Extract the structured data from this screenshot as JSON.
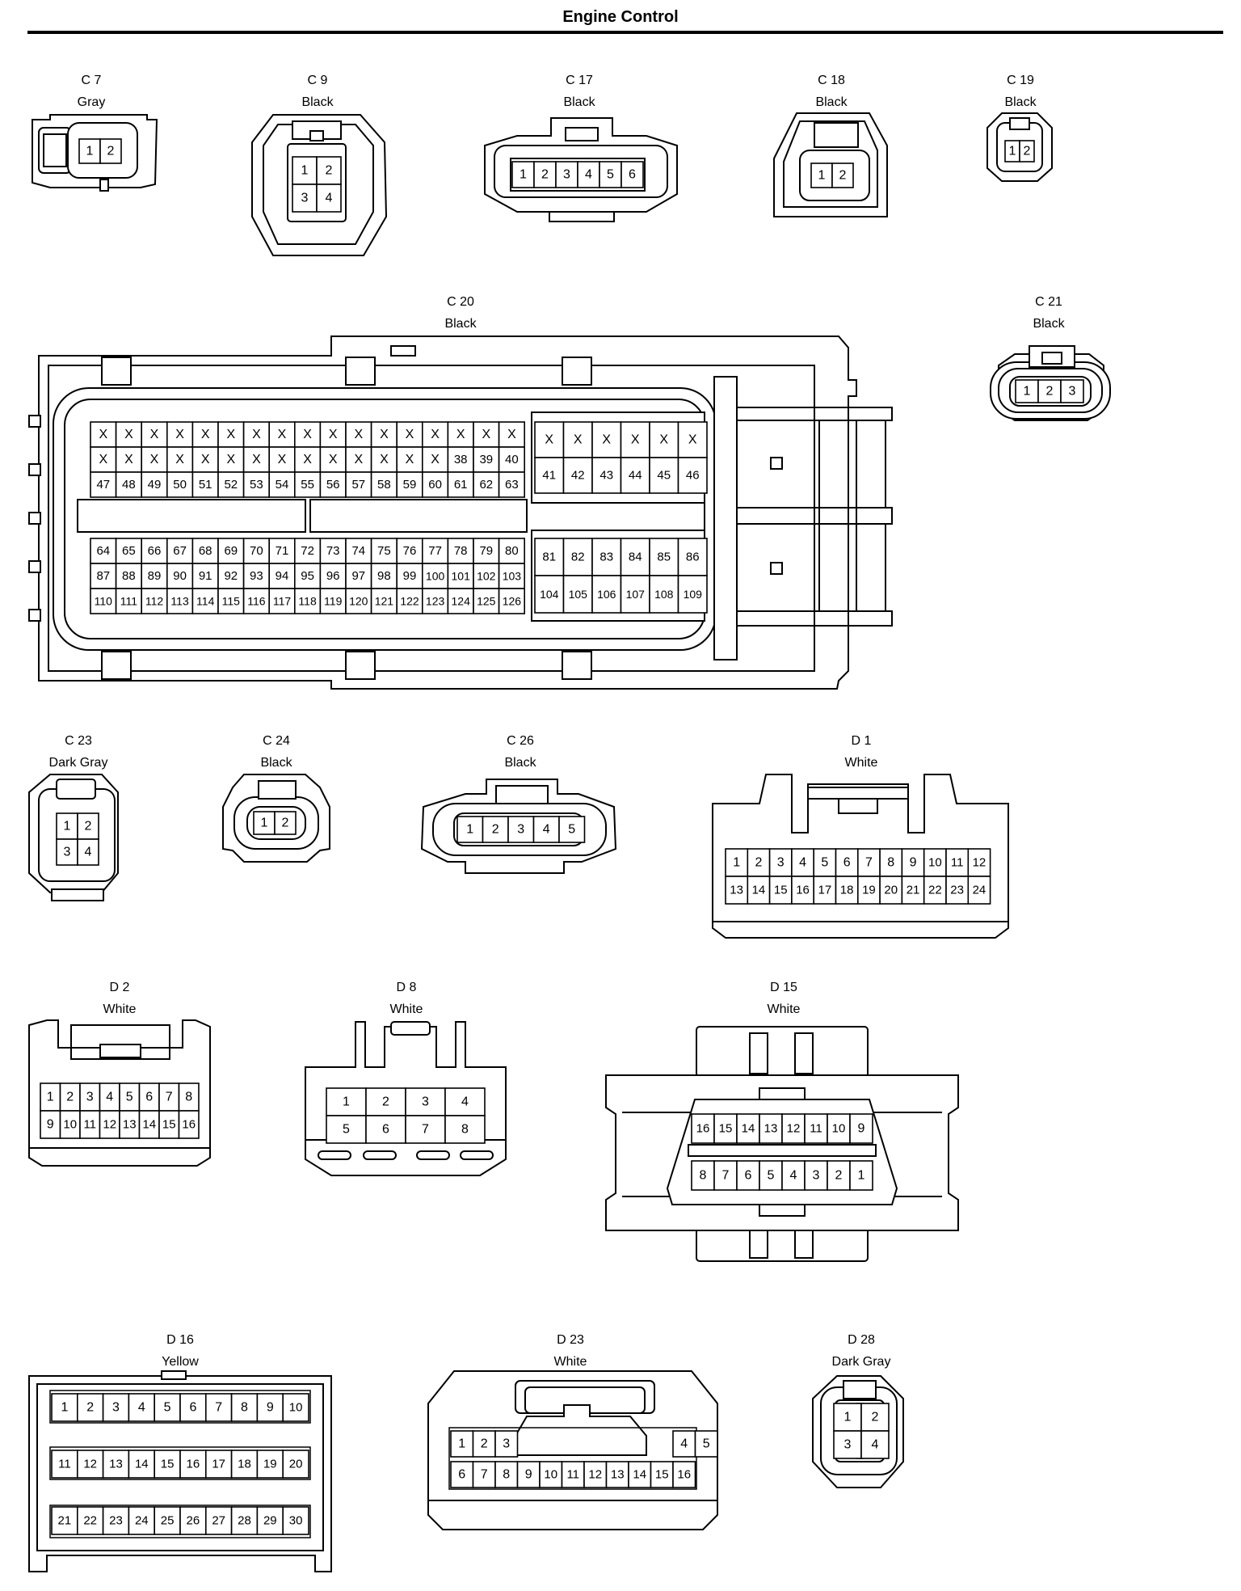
{
  "title": "Engine Control",
  "connectors": [
    {
      "id": "C 7",
      "color": "Gray",
      "rows": [
        [
          "1",
          "2"
        ]
      ]
    },
    {
      "id": "C 9",
      "color": "Black",
      "rows": [
        [
          "1",
          "2"
        ],
        [
          "3",
          "4"
        ]
      ]
    },
    {
      "id": "C 17",
      "color": "Black",
      "rows": [
        [
          "1",
          "2",
          "3",
          "4",
          "5",
          "6"
        ]
      ]
    },
    {
      "id": "C 18",
      "color": "Black",
      "rows": [
        [
          "1",
          "2"
        ]
      ]
    },
    {
      "id": "C 19",
      "color": "Black",
      "rows": [
        [
          "1",
          "2"
        ]
      ]
    },
    {
      "id": "C 20",
      "color": "Black",
      "blocks": [
        {
          "rows": [
            [
              "X",
              "X",
              "X",
              "X",
              "X",
              "X",
              "X",
              "X",
              "X",
              "X",
              "X",
              "X",
              "X",
              "X",
              "X",
              "X",
              "X"
            ],
            [
              "X",
              "X",
              "X",
              "X",
              "X",
              "X",
              "X",
              "X",
              "X",
              "X",
              "X",
              "X",
              "X",
              "X",
              "38",
              "39",
              "40"
            ],
            [
              "47",
              "48",
              "49",
              "50",
              "51",
              "52",
              "53",
              "54",
              "55",
              "56",
              "57",
              "58",
              "59",
              "60",
              "61",
              "62",
              "63"
            ]
          ]
        },
        {
          "rows": [
            [
              "X",
              "X",
              "X",
              "X",
              "X",
              "X"
            ],
            [
              "41",
              "42",
              "43",
              "44",
              "45",
              "46"
            ]
          ]
        },
        {
          "rows": [
            [
              "64",
              "65",
              "66",
              "67",
              "68",
              "69",
              "70",
              "71",
              "72",
              "73",
              "74",
              "75",
              "76",
              "77",
              "78",
              "79",
              "80"
            ],
            [
              "87",
              "88",
              "89",
              "90",
              "91",
              "92",
              "93",
              "94",
              "95",
              "96",
              "97",
              "98",
              "99",
              "100",
              "101",
              "102",
              "103"
            ],
            [
              "110",
              "111",
              "112",
              "113",
              "114",
              "115",
              "116",
              "117",
              "118",
              "119",
              "120",
              "121",
              "122",
              "123",
              "124",
              "125",
              "126"
            ]
          ]
        },
        {
          "rows": [
            [
              "81",
              "82",
              "83",
              "84",
              "85",
              "86"
            ],
            [
              "104",
              "105",
              "106",
              "107",
              "108",
              "109"
            ]
          ]
        }
      ]
    },
    {
      "id": "C 21",
      "color": "Black",
      "rows": [
        [
          "1",
          "2",
          "3"
        ]
      ]
    },
    {
      "id": "C 23",
      "color": "Dark Gray",
      "rows": [
        [
          "1",
          "2"
        ],
        [
          "3",
          "4"
        ]
      ]
    },
    {
      "id": "C 24",
      "color": "Black",
      "rows": [
        [
          "1",
          "2"
        ]
      ]
    },
    {
      "id": "C 26",
      "color": "Black",
      "rows": [
        [
          "1",
          "2",
          "3",
          "4",
          "5"
        ]
      ]
    },
    {
      "id": "D 1",
      "color": "White",
      "rows": [
        [
          "1",
          "2",
          "3",
          "4",
          "5",
          "6",
          "7",
          "8",
          "9",
          "10",
          "11",
          "12"
        ],
        [
          "13",
          "14",
          "15",
          "16",
          "17",
          "18",
          "19",
          "20",
          "21",
          "22",
          "23",
          "24"
        ]
      ]
    },
    {
      "id": "D 2",
      "color": "White",
      "rows": [
        [
          "1",
          "2",
          "3",
          "4",
          "5",
          "6",
          "7",
          "8"
        ],
        [
          "9",
          "10",
          "11",
          "12",
          "13",
          "14",
          "15",
          "16"
        ]
      ]
    },
    {
      "id": "D 8",
      "color": "White",
      "rows": [
        [
          "1",
          "2",
          "3",
          "4"
        ],
        [
          "5",
          "6",
          "7",
          "8"
        ]
      ]
    },
    {
      "id": "D 15",
      "color": "White",
      "rows": [
        [
          "16",
          "15",
          "14",
          "13",
          "12",
          "11",
          "10",
          "9"
        ],
        [
          "8",
          "7",
          "6",
          "5",
          "4",
          "3",
          "2",
          "1"
        ]
      ]
    },
    {
      "id": "D 16",
      "color": "Yellow",
      "rows": [
        [
          "1",
          "2",
          "3",
          "4",
          "5",
          "6",
          "7",
          "8",
          "9",
          "10"
        ],
        [
          "11",
          "12",
          "13",
          "14",
          "15",
          "16",
          "17",
          "18",
          "19",
          "20"
        ],
        [
          "21",
          "22",
          "23",
          "24",
          "25",
          "26",
          "27",
          "28",
          "29",
          "30"
        ]
      ]
    },
    {
      "id": "D 23",
      "color": "White",
      "rows": [
        [
          "1",
          "2",
          "3",
          "",
          "",
          "",
          "",
          "",
          "",
          "",
          "4",
          "5"
        ],
        [
          "6",
          "7",
          "8",
          "9",
          "10",
          "11",
          "12",
          "13",
          "14",
          "15",
          "16"
        ]
      ]
    },
    {
      "id": "D 28",
      "color": "Dark Gray",
      "rows": [
        [
          "1",
          "2"
        ],
        [
          "3",
          "4"
        ]
      ]
    }
  ]
}
